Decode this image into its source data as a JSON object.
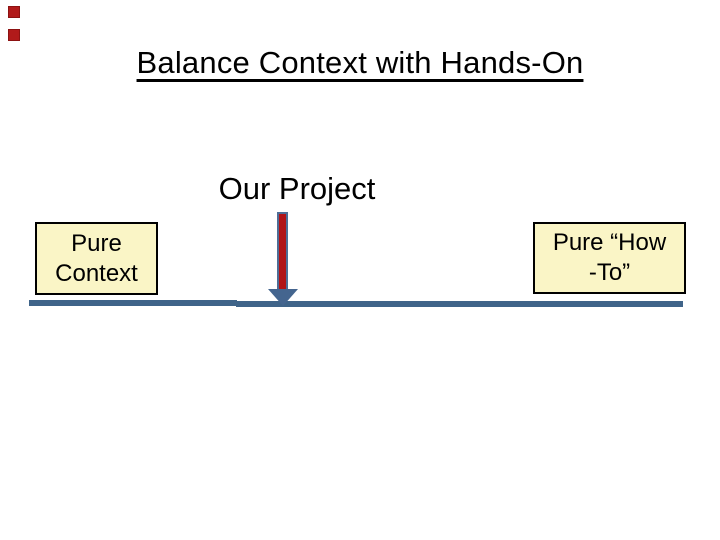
{
  "slide": {
    "title": "Balance Context with Hands-On",
    "project_label": "Our Project",
    "left_box": {
      "lines": [
        "Pure",
        "Context"
      ]
    },
    "right_box": {
      "lines": [
        "Pure “How",
        "-To”"
      ]
    },
    "corner_markers": {
      "count": 2,
      "color": "#B11A1A"
    },
    "colors": {
      "background": "#FFFFFF",
      "text": "#000000",
      "box_fill": "#FAF5C6",
      "box_border": "#000000",
      "spectrum_line": "#3F6489",
      "arrow_fill": "#B01418",
      "arrow_outline": "#4E6D96",
      "arrow_head": "#44658F"
    }
  }
}
